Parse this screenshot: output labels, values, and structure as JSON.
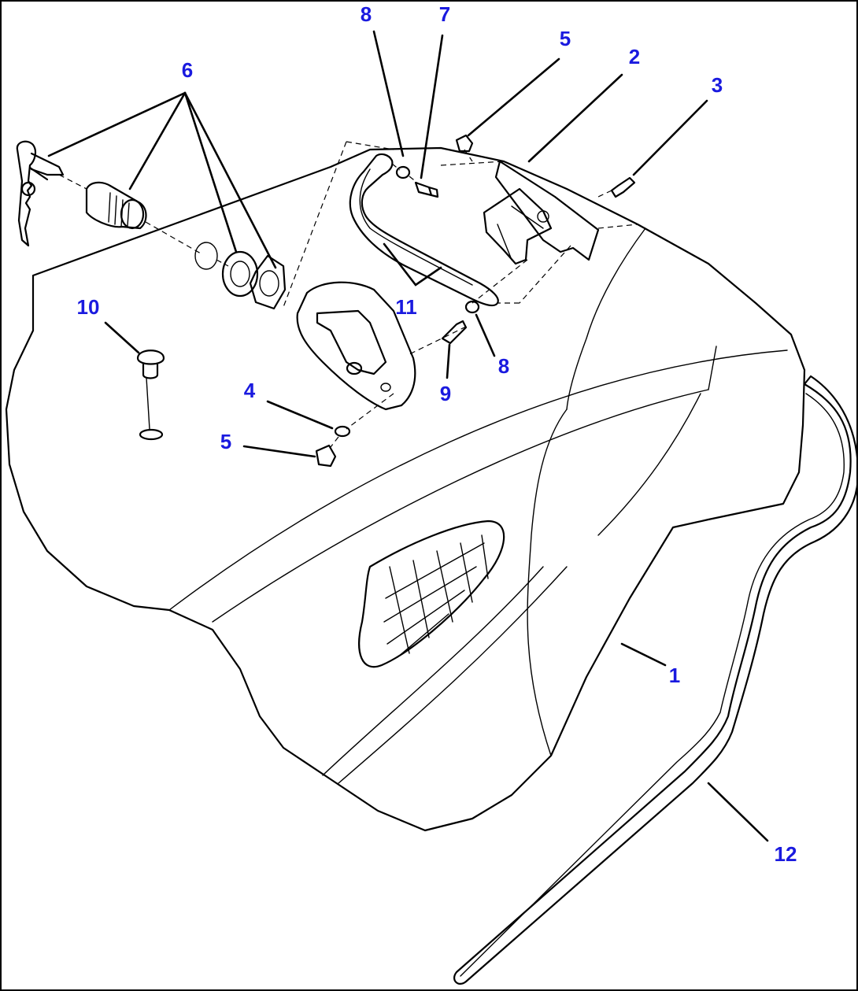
{
  "diagram": {
    "type": "exploded-parts-view",
    "callout_color": "#1a1adf",
    "line_color": "#000000",
    "callouts": [
      {
        "id": "c1",
        "label": "1"
      },
      {
        "id": "c2",
        "label": "2"
      },
      {
        "id": "c3",
        "label": "3"
      },
      {
        "id": "c4",
        "label": "4"
      },
      {
        "id": "c5a",
        "label": "5"
      },
      {
        "id": "c5b",
        "label": "5"
      },
      {
        "id": "c6",
        "label": "6"
      },
      {
        "id": "c7",
        "label": "7"
      },
      {
        "id": "c8a",
        "label": "8"
      },
      {
        "id": "c8b",
        "label": "8"
      },
      {
        "id": "c9",
        "label": "9"
      },
      {
        "id": "c10",
        "label": "10"
      },
      {
        "id": "c11",
        "label": "11"
      },
      {
        "id": "c12",
        "label": "12"
      }
    ]
  }
}
